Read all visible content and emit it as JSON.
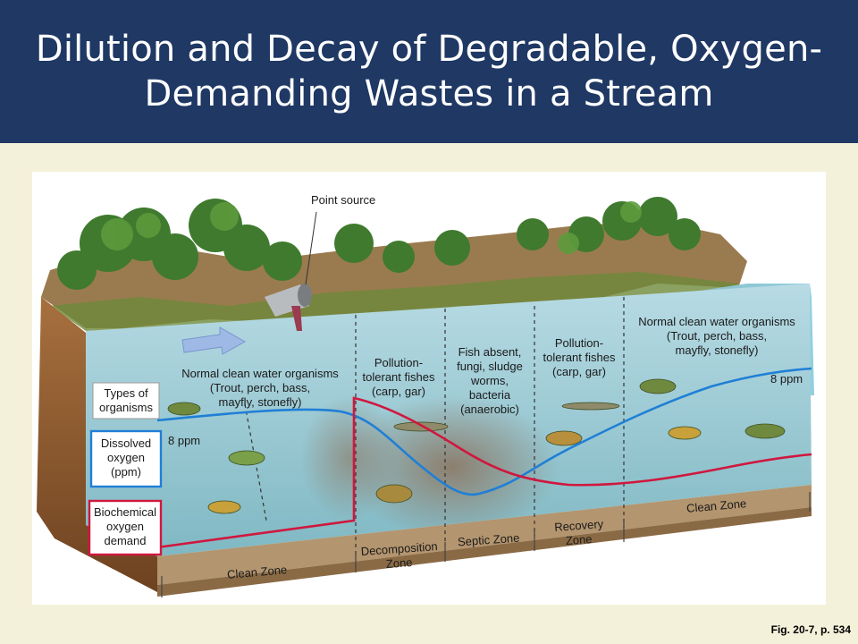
{
  "title": {
    "line1": "Dilution and Decay of Degradable, Oxygen-",
    "line2": "Demanding Wastes in a Stream"
  },
  "labels": {
    "point_source": "Point source",
    "types_of_organisms": [
      "Types of",
      "organisms"
    ],
    "dissolved_oxygen": [
      "Dissolved",
      "oxygen",
      "(ppm)"
    ],
    "bod": [
      "Biochemical",
      "oxygen",
      "demand"
    ],
    "ppm_left": "8 ppm",
    "ppm_right": "8 ppm"
  },
  "organisms": {
    "clean_left": [
      "Normal clean water organisms",
      "(Trout, perch, bass,",
      "mayfly, stonefly)"
    ],
    "decomposition": [
      "Pollution-",
      "tolerant fishes",
      "(carp, gar)"
    ],
    "septic": [
      "Fish absent,",
      "fungi, sludge",
      "worms,",
      "bacteria",
      "(anaerobic)"
    ],
    "recovery": [
      "Pollution-",
      "tolerant fishes",
      "(carp, gar)"
    ],
    "clean_right": [
      "Normal clean water organisms",
      "(Trout, perch, bass,",
      "mayfly, stonefly)"
    ]
  },
  "zones": {
    "clean_left": "Clean Zone",
    "decomposition": [
      "Decomposition",
      "Zone"
    ],
    "septic": "Septic Zone",
    "recovery": [
      "Recovery",
      "Zone"
    ],
    "clean_right": "Clean Zone"
  },
  "caption": "Fig. 20-7, p. 534",
  "colors": {
    "title_bar": "#1f3864",
    "background": "#f4f1da",
    "dissolved_oxygen_line": "#1f7fd6",
    "bod_line": "#d0173e"
  }
}
